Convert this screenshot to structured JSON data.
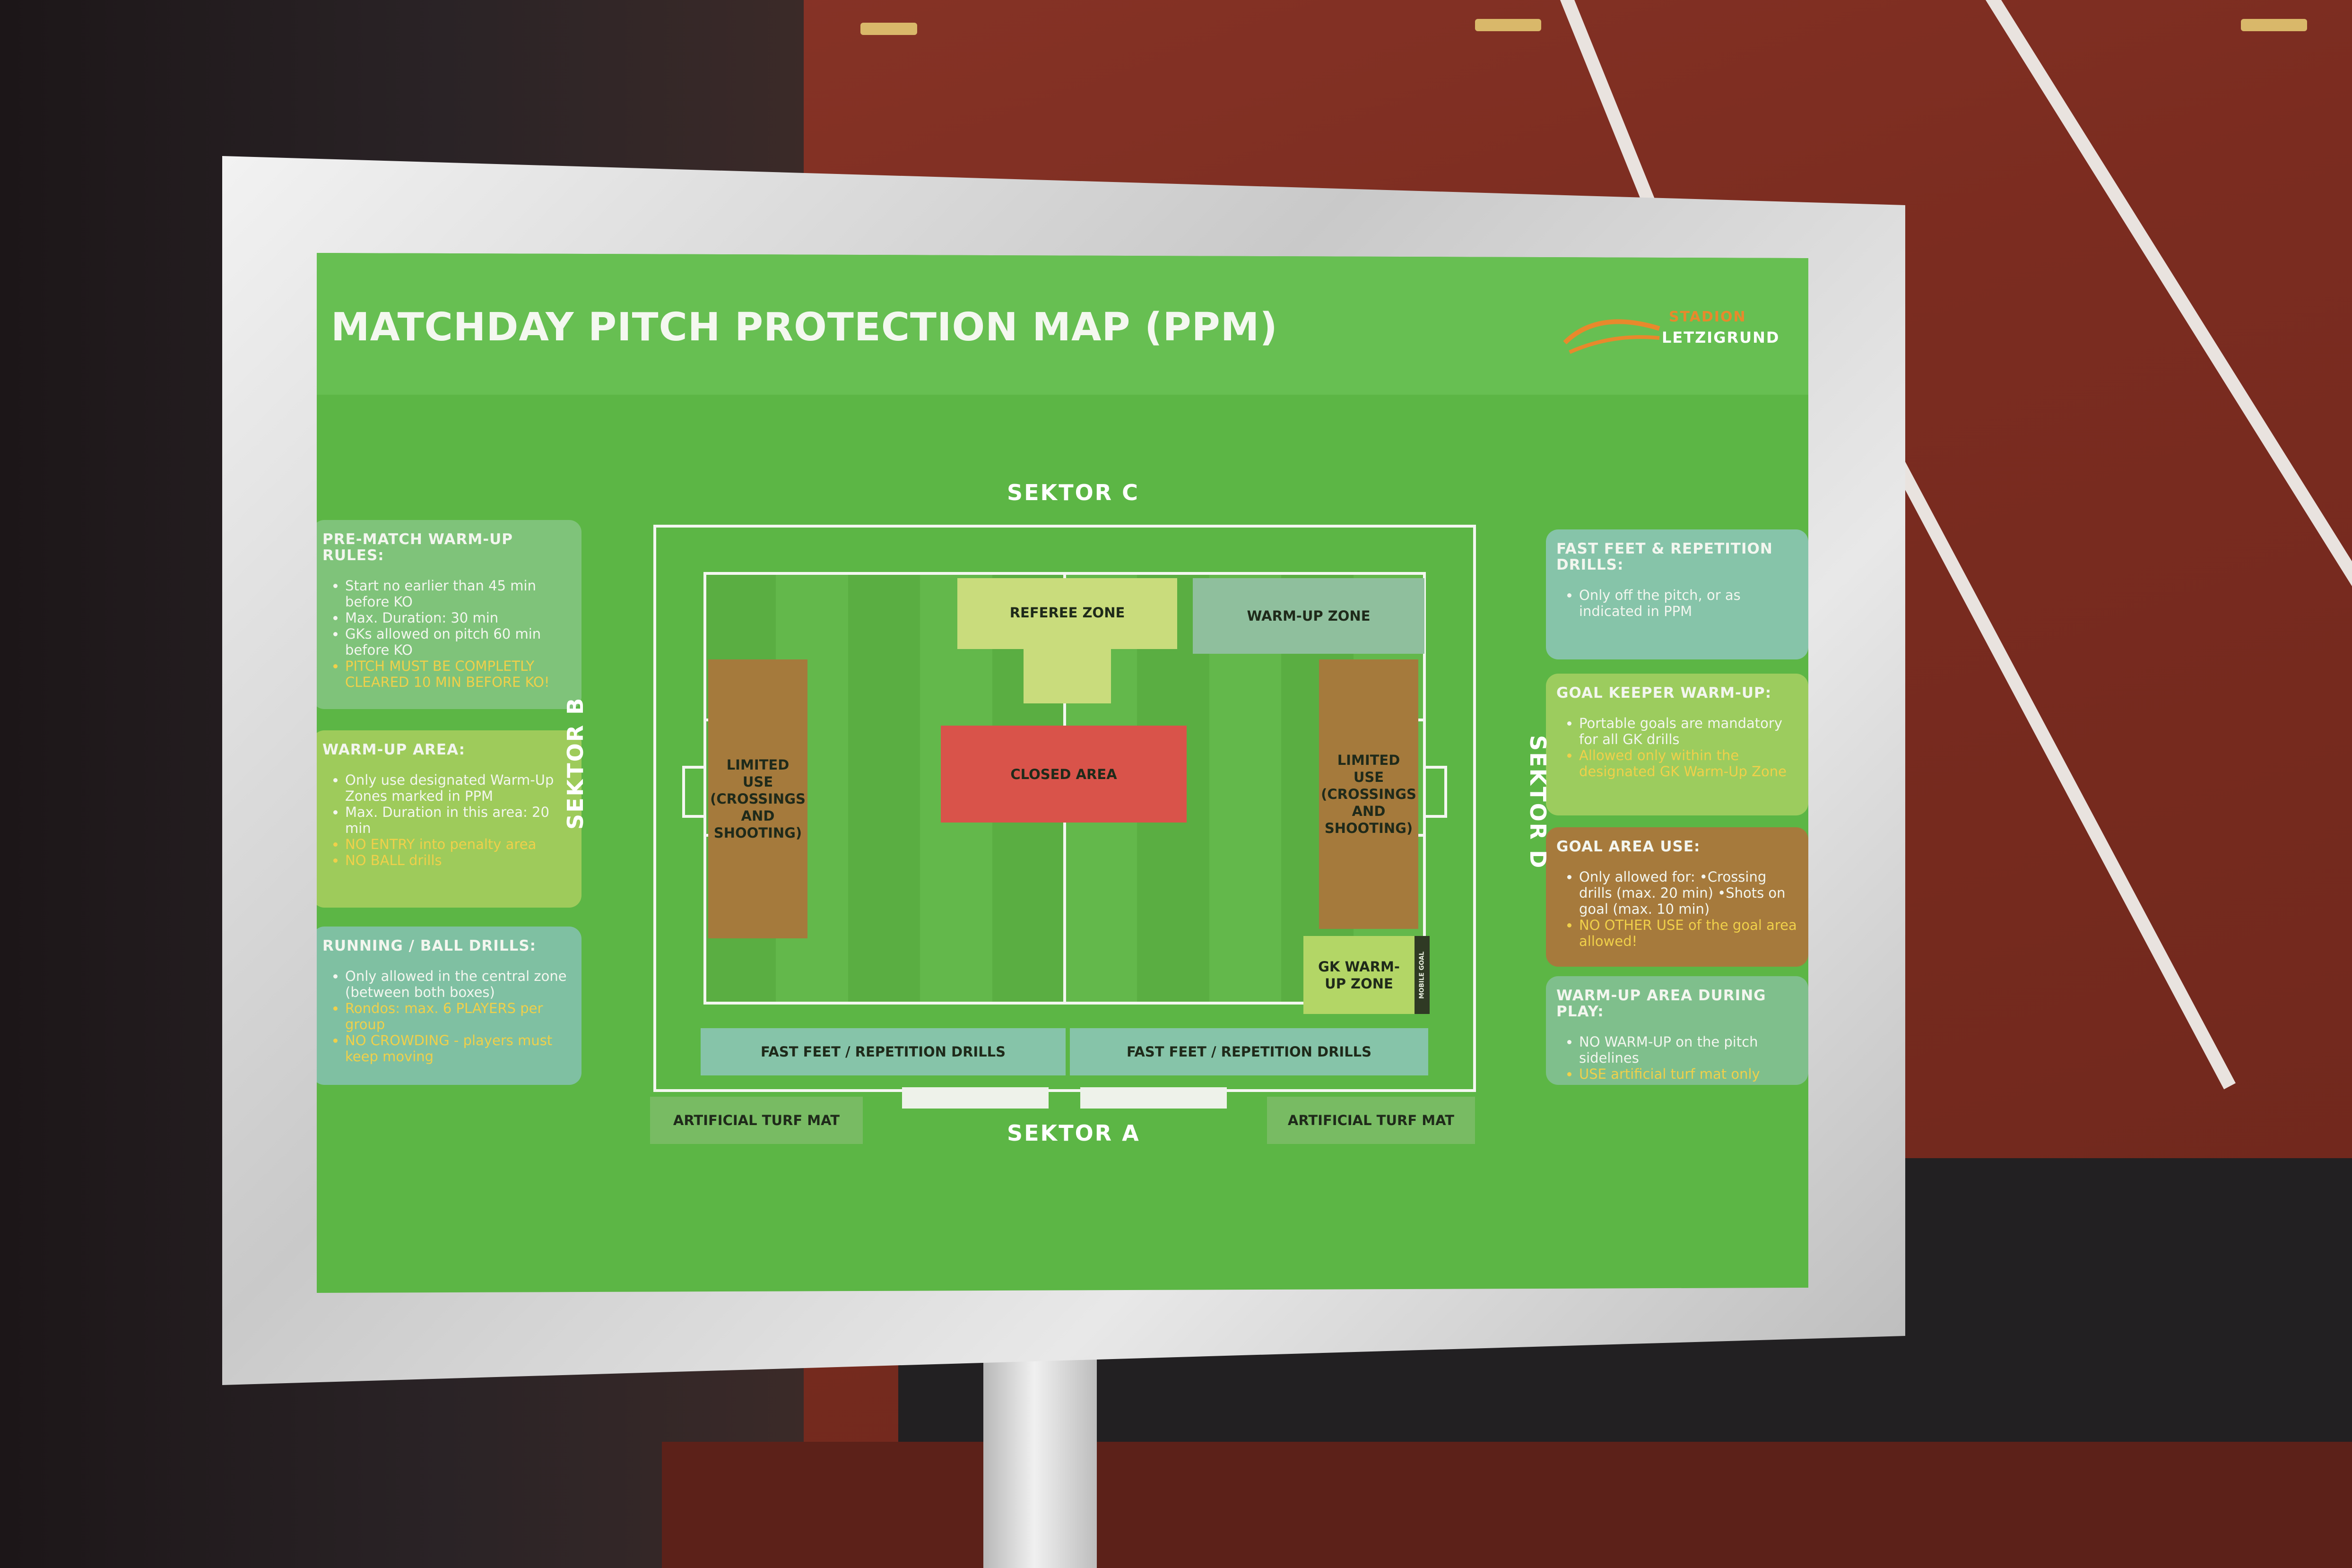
{
  "board": {
    "title": "MATCHDAY PITCH PROTECTION MAP (PPM)",
    "logo_top": "STADION",
    "logo_bottom": "LETZIGRUND"
  },
  "sektors": {
    "top": "SEKTOR C",
    "bottom": "SEKTOR A",
    "left": "SEKTOR B",
    "right": "SEKTOR D"
  },
  "zones": {
    "referee": "REFEREE ZONE",
    "warmup": "WARM-UP ZONE",
    "closed": "CLOSED AREA",
    "limited_left": "LIMITED USE (CROSSINGS AND SHOOTING)",
    "limited_right": "LIMITED USE (CROSSINGS AND SHOOTING)",
    "gk_warmup": "GK WARM-UP ZONE",
    "mobile_goal": "MOBILE GOAL",
    "fast_feet_left": "FAST FEET / REPETITION DRILLS",
    "fast_feet_right": "FAST FEET / REPETITION DRILLS",
    "turf_left": "ARTIFICIAL TURF MAT",
    "turf_right": "ARTIFICIAL TURF MAT"
  },
  "left_boxes": [
    {
      "title": "PRE-MATCH WARM-UP RULES:",
      "items": [
        "Start no earlier than 45 min before KO",
        "Max. Duration: 30 min",
        "GKs allowed on pitch 60 min before KO"
      ],
      "warnings": [
        "PITCH MUST BE COMPLETLY CLEARED 10 MIN BEFORE KO!"
      ]
    },
    {
      "title": "WARM-UP AREA:",
      "items": [
        "Only use designated Warm-Up Zones marked in PPM",
        "Max. Duration in this area: 20 min"
      ],
      "warnings": [
        "NO ENTRY into penalty area",
        "NO BALL drills"
      ]
    },
    {
      "title": "RUNNING / BALL DRILLS:",
      "items": [
        "Only allowed in the central zone (between both boxes)"
      ],
      "warnings": [
        "Rondos: max. 6 PLAYERS per group",
        "NO CROWDING - players must keep moving"
      ]
    }
  ],
  "right_boxes": [
    {
      "title": "FAST FEET & REPETITION DRILLS:",
      "items": [
        "Only off the pitch, or as indicated in PPM"
      ],
      "warnings": []
    },
    {
      "title": "GOAL KEEPER WARM-UP:",
      "items": [
        "Portable goals are mandatory for all GK drills"
      ],
      "warnings": [
        "Allowed only within the designated GK Warm-Up Zone"
      ]
    },
    {
      "title": "GOAL AREA USE:",
      "items": [
        "Only allowed for: •Crossing drills (max. 20 min) •Shots on goal (max. 10 min)"
      ],
      "warnings": [
        "NO OTHER USE of the goal area allowed!"
      ]
    },
    {
      "title": "WARM-UP AREA DURING PLAY:",
      "items": [
        "NO WARM-UP on the pitch sidelines"
      ],
      "warnings": [
        "USE artificial turf mat only"
      ]
    }
  ],
  "colors": {
    "board_green": "#5cb645",
    "closed_red": "#d9534a",
    "limited_brown": "#a57a3c",
    "referee_yellow": "#c9dc7c",
    "warmup_teal": "#8fbf9d",
    "warning_yellow": "#f0d04a"
  }
}
